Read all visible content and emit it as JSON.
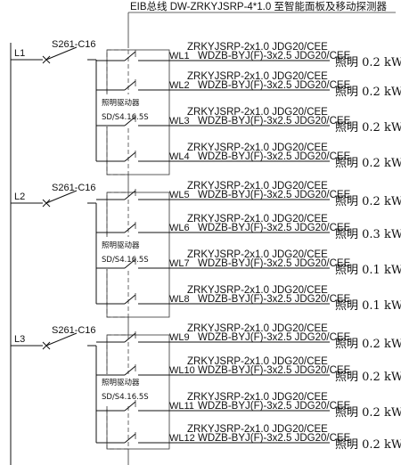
{
  "bus_label": "EIB总线 DW-ZRKYJSRP-4*1.0 至智能面板及移动探测器",
  "groups": [
    {
      "phase": "L1",
      "breaker": "S261-C16",
      "driver_line1": "照明驱动器",
      "driver_line2": "SD/S4.16.5S",
      "circuits": [
        {
          "wl": "WL1",
          "cable_top": "ZRKYJSRP-2x1.0 JDG20/CEE",
          "cable_bottom": "WDZB-BYJ(F)-3x2.5 JDG20/CEE",
          "load": "照明 0.2 kW"
        },
        {
          "wl": "WL2",
          "cable_top": "ZRKYJSRP-2x1.0 JDG20/CEE",
          "cable_bottom": "WDZB-BYJ(F)-3x2.5 JDG20/CEE",
          "load": "照明 0.2 kW"
        },
        {
          "wl": "WL3",
          "cable_top": "ZRKYJSRP-2x1.0 JDG20/CEE",
          "cable_bottom": "WDZB-BYJ(F)-3x2.5 JDG20/CEE",
          "load": "照明 0.2 kW"
        },
        {
          "wl": "WL4",
          "cable_top": "ZRKYJSRP-2x1.0 JDG20/CEE",
          "cable_bottom": "WDZB-BYJ(F)-3x2.5 JDG20/CEE",
          "load": "照明 0.2 kW"
        }
      ]
    },
    {
      "phase": "L2",
      "breaker": "S261-C16",
      "driver_line1": "照明驱动器",
      "driver_line2": "SD/S4.16.5S",
      "circuits": [
        {
          "wl": "WL5",
          "cable_top": "ZRKYJSRP-2x1.0 JDG20/CEE",
          "cable_bottom": "WDZB-BYJ(F)-3x2.5 JDG20/CEE",
          "load": "照明 0.2 kW"
        },
        {
          "wl": "WL6",
          "cable_top": "ZRKYJSRP-2x1.0 JDG20/CEE",
          "cable_bottom": "WDZB-BYJ(F)-3x2.5 JDG20/CEE",
          "load": "照明 0.3 kW"
        },
        {
          "wl": "WL7",
          "cable_top": "ZRKYJSRP-2x1.0 JDG20/CEE",
          "cable_bottom": "WDZB-BYJ(F)-3x2.5 JDG20/CEE",
          "load": "照明 0.1 kW"
        },
        {
          "wl": "WL8",
          "cable_top": "ZRKYJSRP-2x1.0 JDG20/CEE",
          "cable_bottom": "WDZB-BYJ(F)-3x2.5 JDG20/CEE",
          "load": "照明 0.1 kW"
        }
      ]
    },
    {
      "phase": "L3",
      "breaker": "S261-C16",
      "driver_line1": "照明驱动器",
      "driver_line2": "SD/S4.16.5S",
      "circuits": [
        {
          "wl": "WL9",
          "cable_top": "ZRKYJSRP-2x1.0 JDG20/CEE",
          "cable_bottom": "WDZB-BYJ(F)-3x2.5 JDG20/CEE",
          "load": "照明 0.2 kW"
        },
        {
          "wl": "WL10",
          "cable_top": "ZRKYJSRP-2x1.0 JDG20/CEE",
          "cable_bottom": "WDZB-BYJ(F)-3x2.5 JDG20/CEE",
          "load": "照明 0.2 kW"
        },
        {
          "wl": "WL11",
          "cable_top": "ZRKYJSRP-2x1.0 JDG20/CEE",
          "cable_bottom": "WDZB-BYJ(F)-3x2.5 JDG20/CEE",
          "load": "照明 0.2 kW"
        },
        {
          "wl": "WL12",
          "cable_top": "ZRKYJSRP-2x1.0 JDG20/CEE",
          "cable_bottom": "WDZB-BYJ(F)-3x2.5 JDG20/CEE",
          "load": "照明 0.2 kW"
        }
      ]
    }
  ]
}
